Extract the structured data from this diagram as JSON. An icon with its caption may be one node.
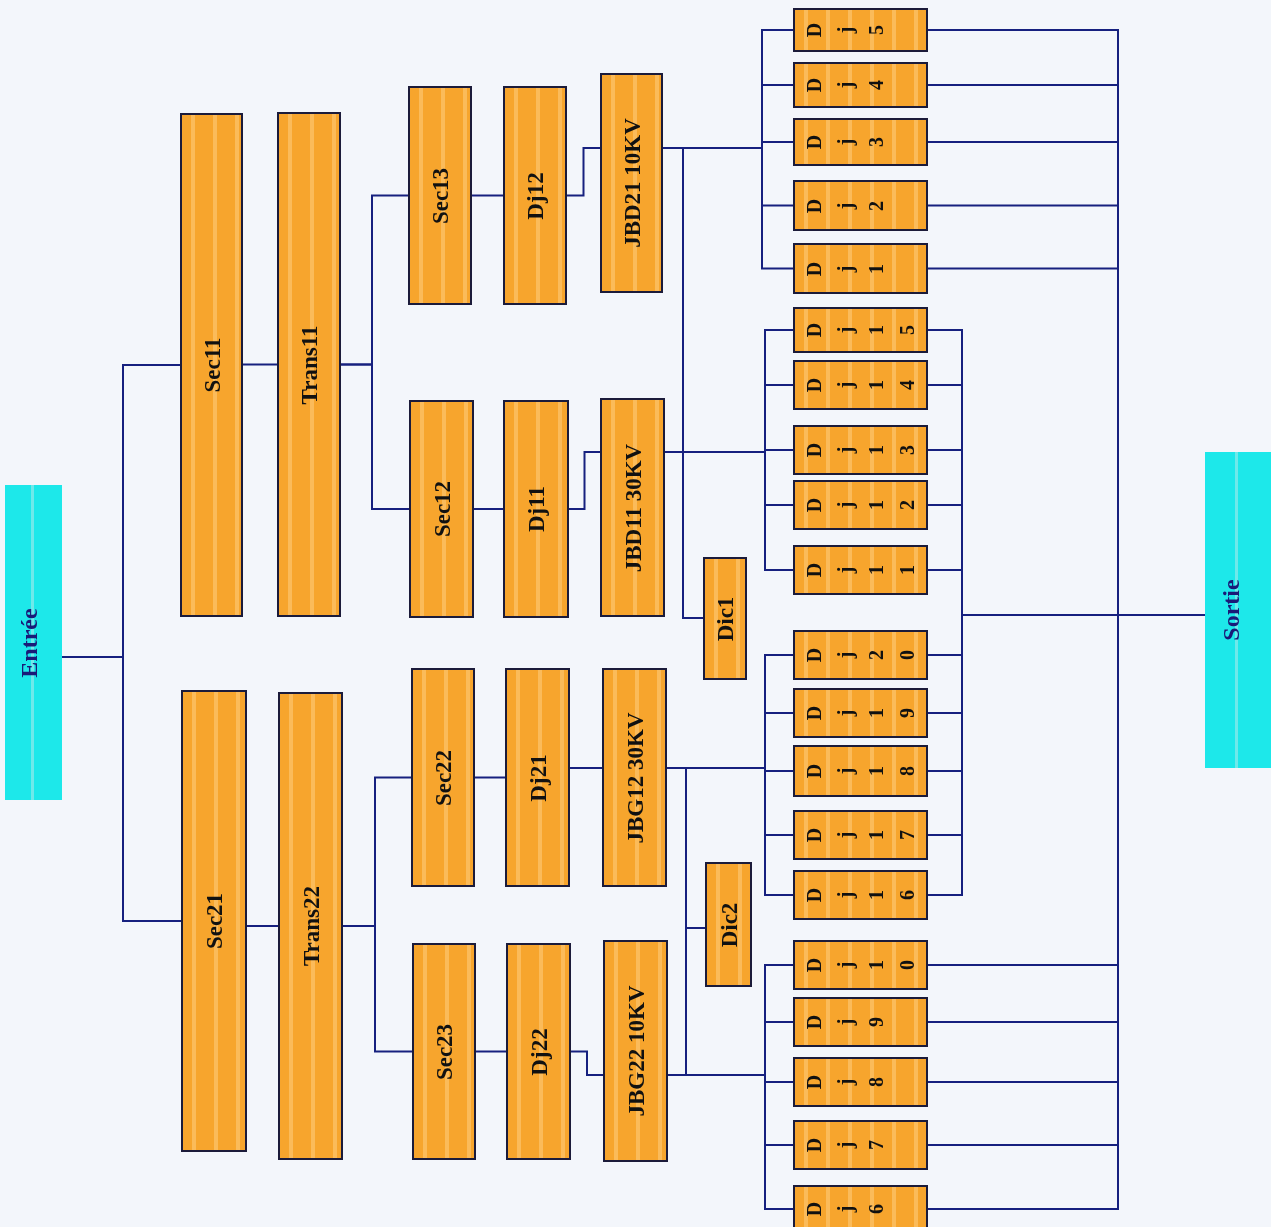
{
  "diagram": {
    "nodes": [
      {
        "text": [
          "Entrée"
        ]
      },
      {
        "text": [
          "Sec11"
        ]
      },
      {
        "text": [
          "Sec21"
        ]
      },
      {
        "text": [
          "Trans11"
        ]
      },
      {
        "text": [
          "Trans22"
        ]
      },
      {
        "text": [
          "Sec13"
        ]
      },
      {
        "text": [
          "Sec12"
        ]
      },
      {
        "text": [
          "Sec22"
        ]
      },
      {
        "text": [
          "Sec23"
        ]
      },
      {
        "text": [
          "Dj12"
        ]
      },
      {
        "text": [
          "Dj11"
        ]
      },
      {
        "text": [
          "Dj21"
        ]
      },
      {
        "text": [
          "Dj22"
        ]
      },
      {
        "text": [
          "JBD21 10KV"
        ]
      },
      {
        "text": [
          "JBD11 30KV"
        ]
      },
      {
        "text": [
          "JBG12 30KV"
        ]
      },
      {
        "text": [
          "JBG22 10KV"
        ]
      },
      {
        "text": [
          "Dic1"
        ]
      },
      {
        "text": [
          "Dic2"
        ]
      },
      {
        "text": [
          "Dj5"
        ]
      },
      {
        "text": [
          "Dj4"
        ]
      },
      {
        "text": [
          "Dj3"
        ]
      },
      {
        "text": [
          "Dj2"
        ]
      },
      {
        "text": [
          "Dj1"
        ]
      },
      {
        "text": [
          "Dj15"
        ]
      },
      {
        "text": [
          "Dj14"
        ]
      },
      {
        "text": [
          "Dj13"
        ]
      },
      {
        "text": [
          "Dj12"
        ]
      },
      {
        "text": [
          "Dj11"
        ]
      },
      {
        "text": [
          "Dj20"
        ]
      },
      {
        "text": [
          "Dj19"
        ]
      },
      {
        "text": [
          "Dj18"
        ]
      },
      {
        "text": [
          "Dj17"
        ]
      },
      {
        "text": [
          "Dj16"
        ]
      },
      {
        "text": [
          "Dj10"
        ]
      },
      {
        "text": [
          "Dj9"
        ]
      },
      {
        "text": [
          "Dj8"
        ]
      },
      {
        "text": [
          "Dj7"
        ]
      },
      {
        "text": [
          "Dj6"
        ]
      },
      {
        "text": [
          "Sortie"
        ]
      }
    ],
    "edges": [
      {
        "from": 0,
        "to": 1,
        "arrow": "none"
      },
      {
        "from": 0,
        "to": 2,
        "arrow": "none"
      },
      {
        "from": 1,
        "to": 3,
        "arrow": "none"
      },
      {
        "from": 2,
        "to": 4,
        "arrow": "none"
      },
      {
        "from": 3,
        "to": 5,
        "arrow": "none"
      },
      {
        "from": 3,
        "to": 6,
        "arrow": "none"
      },
      {
        "from": 4,
        "to": 7,
        "arrow": "none"
      },
      {
        "from": 4,
        "to": 8,
        "arrow": "none"
      },
      {
        "from": 5,
        "to": 9,
        "arrow": "none"
      },
      {
        "from": 6,
        "to": 10,
        "arrow": "none"
      },
      {
        "from": 7,
        "to": 11,
        "arrow": "none"
      },
      {
        "from": 8,
        "to": 12,
        "arrow": "none"
      },
      {
        "from": 9,
        "to": 13,
        "arrow": "none"
      },
      {
        "from": 10,
        "to": 14,
        "arrow": "none"
      },
      {
        "from": 11,
        "to": 15,
        "arrow": "none"
      },
      {
        "from": 12,
        "to": 16,
        "arrow": "none"
      },
      {
        "from": 13,
        "to": 17,
        "arrow": "none"
      },
      {
        "from": 14,
        "to": 17,
        "arrow": "none"
      },
      {
        "from": 15,
        "to": 18,
        "arrow": "none"
      },
      {
        "from": 16,
        "to": 18,
        "arrow": "none"
      },
      {
        "from": 13,
        "to": 19,
        "arrow": "none"
      },
      {
        "from": 13,
        "to": 20,
        "arrow": "none"
      },
      {
        "from": 13,
        "to": 21,
        "arrow": "none"
      },
      {
        "from": 13,
        "to": 22,
        "arrow": "none"
      },
      {
        "from": 13,
        "to": 23,
        "arrow": "none"
      },
      {
        "from": 14,
        "to": 24,
        "arrow": "none"
      },
      {
        "from": 14,
        "to": 25,
        "arrow": "none"
      },
      {
        "from": 14,
        "to": 26,
        "arrow": "none"
      },
      {
        "from": 14,
        "to": 27,
        "arrow": "none"
      },
      {
        "from": 14,
        "to": 28,
        "arrow": "none"
      },
      {
        "from": 15,
        "to": 29,
        "arrow": "none"
      },
      {
        "from": 15,
        "to": 30,
        "arrow": "none"
      },
      {
        "from": 15,
        "to": 31,
        "arrow": "none"
      },
      {
        "from": 15,
        "to": 32,
        "arrow": "none"
      },
      {
        "from": 15,
        "to": 33,
        "arrow": "none"
      },
      {
        "from": 16,
        "to": 34,
        "arrow": "none"
      },
      {
        "from": 16,
        "to": 35,
        "arrow": "none"
      },
      {
        "from": 16,
        "to": 36,
        "arrow": "none"
      },
      {
        "from": 16,
        "to": 37,
        "arrow": "none"
      },
      {
        "from": 16,
        "to": 38,
        "arrow": "none"
      },
      {
        "from": 19,
        "to": 39,
        "arrow": "none"
      },
      {
        "from": 20,
        "to": 39,
        "arrow": "none"
      },
      {
        "from": 21,
        "to": 39,
        "arrow": "none"
      },
      {
        "from": 22,
        "to": 39,
        "arrow": "none"
      },
      {
        "from": 23,
        "to": 39,
        "arrow": "none"
      },
      {
        "from": 24,
        "to": 39,
        "arrow": "none"
      },
      {
        "from": 25,
        "to": 39,
        "arrow": "none"
      },
      {
        "from": 26,
        "to": 39,
        "arrow": "none"
      },
      {
        "from": 27,
        "to": 39,
        "arrow": "none"
      },
      {
        "from": 28,
        "to": 39,
        "arrow": "none"
      },
      {
        "from": 29,
        "to": 39,
        "arrow": "none"
      },
      {
        "from": 30,
        "to": 39,
        "arrow": "none"
      },
      {
        "from": 31,
        "to": 39,
        "arrow": "none"
      },
      {
        "from": 32,
        "to": 39,
        "arrow": "none"
      },
      {
        "from": 33,
        "to": 39,
        "arrow": "none"
      },
      {
        "from": 34,
        "to": 39,
        "arrow": "none"
      },
      {
        "from": 35,
        "to": 39,
        "arrow": "none"
      },
      {
        "from": 36,
        "to": 39,
        "arrow": "none"
      },
      {
        "from": 37,
        "to": 39,
        "arrow": "none"
      },
      {
        "from": 38,
        "to": 39,
        "arrow": "none"
      }
    ]
  }
}
